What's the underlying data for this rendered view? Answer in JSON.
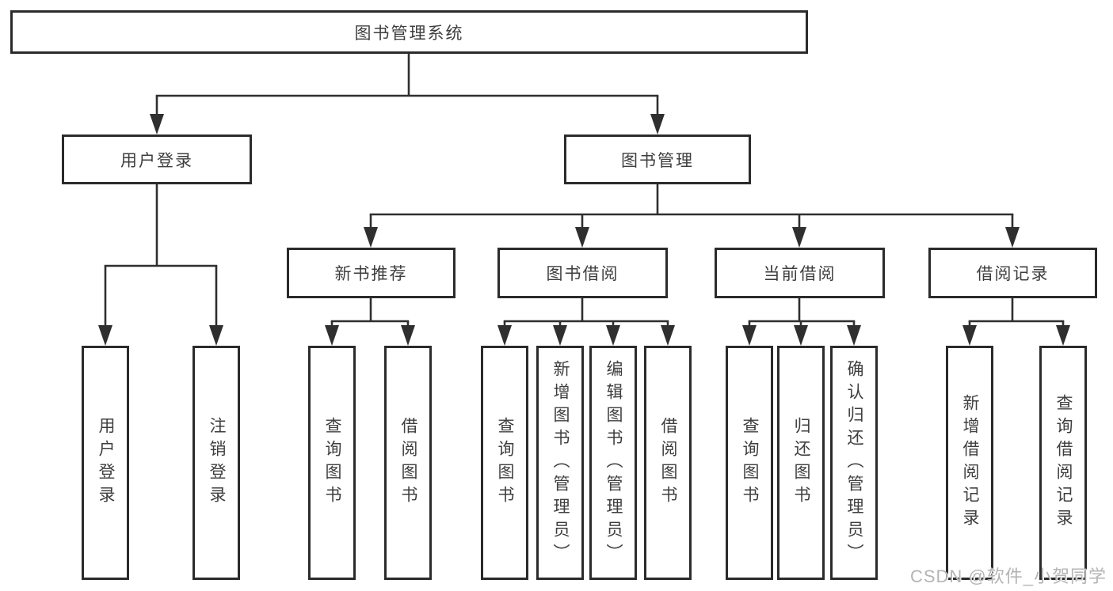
{
  "nodes": {
    "root": "图书管理系统",
    "user": {
      "label": "用户登录",
      "login": "用户登录",
      "logout": "注销登录"
    },
    "book": {
      "label": "图书管理",
      "recommend": {
        "label": "新书推荐",
        "query": "查询图书",
        "borrow": "借阅图书"
      },
      "borrowing": {
        "label": "图书借阅",
        "query": "查询图书",
        "add": "新增图书（管理员）",
        "edit": "编辑图书（管理员）",
        "borrow": "借阅图书"
      },
      "current": {
        "label": "当前借阅",
        "query": "查询图书",
        "return": "归还图书",
        "confirm": "确认归还（管理员）"
      },
      "records": {
        "label": "借阅记录",
        "add": "新增借阅记录",
        "query": "查询借阅记录"
      }
    }
  },
  "watermark": "CSDN @软件_小贺同学",
  "colors": {
    "line": "#2f2f2f",
    "border": "#2b2b2b",
    "text": "#3e3e3e",
    "watermark": "#b4b4b4",
    "background": "#ffffff"
  }
}
